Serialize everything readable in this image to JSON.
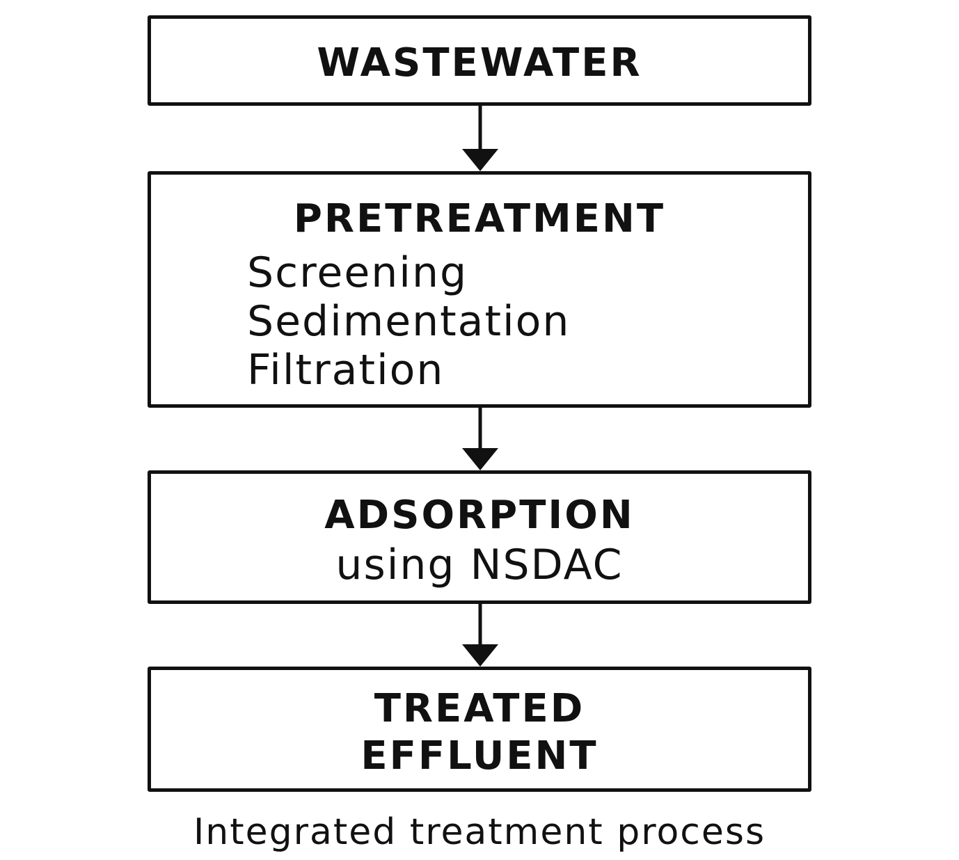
{
  "boxes": {
    "wastewater": {
      "title": "WASTEWATER"
    },
    "pretreatment": {
      "title": "PRETREATMENT",
      "steps": [
        "Screening",
        "Sedimentation",
        "Filtration"
      ]
    },
    "adsorption": {
      "title": "ADSORPTION",
      "subtitle": "using NSDAC"
    },
    "treated_effluent": {
      "title_line1": "TREATED",
      "title_line2": "EFFLUENT"
    }
  },
  "caption": "Integrated treatment process",
  "colors": {
    "stroke": "#111111",
    "background": "#ffffff"
  }
}
